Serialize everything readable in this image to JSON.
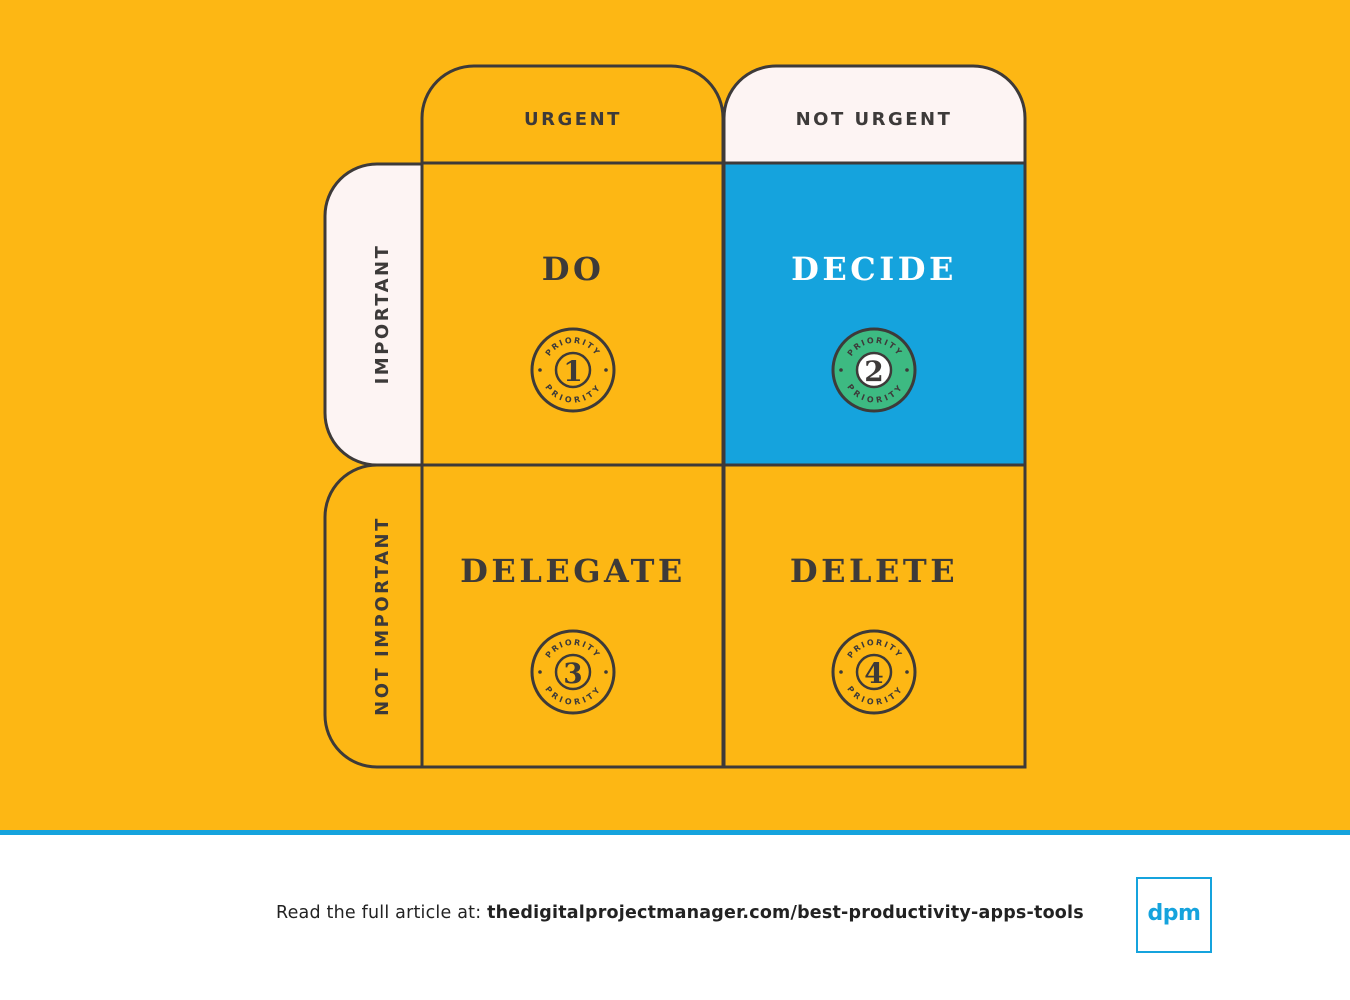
{
  "colors": {
    "background": "#fdb714",
    "accent_blue": "#15a3dd",
    "badge_green": "#3dba82",
    "outline": "#3d3a39",
    "tab_light": "#fdf4f3"
  },
  "columns": [
    {
      "label": "URGENT"
    },
    {
      "label": "NOT URGENT"
    }
  ],
  "rows": [
    {
      "label": "IMPORTANT"
    },
    {
      "label": "NOT IMPORTANT"
    }
  ],
  "quadrants": [
    {
      "action": "DO",
      "number": "1",
      "badge_text": "PRIORITY",
      "highlight": false
    },
    {
      "action": "DECIDE",
      "number": "2",
      "badge_text": "PRIORITY",
      "highlight": true
    },
    {
      "action": "DELEGATE",
      "number": "3",
      "badge_text": "PRIORITY",
      "highlight": false
    },
    {
      "action": "DELETE",
      "number": "4",
      "badge_text": "PRIORITY",
      "highlight": false
    }
  ],
  "footer": {
    "prefix": "Read the full article at:",
    "url": "thedigitalprojectmanager.com/best-productivity-apps-tools"
  },
  "logo": {
    "text": "dpm"
  }
}
